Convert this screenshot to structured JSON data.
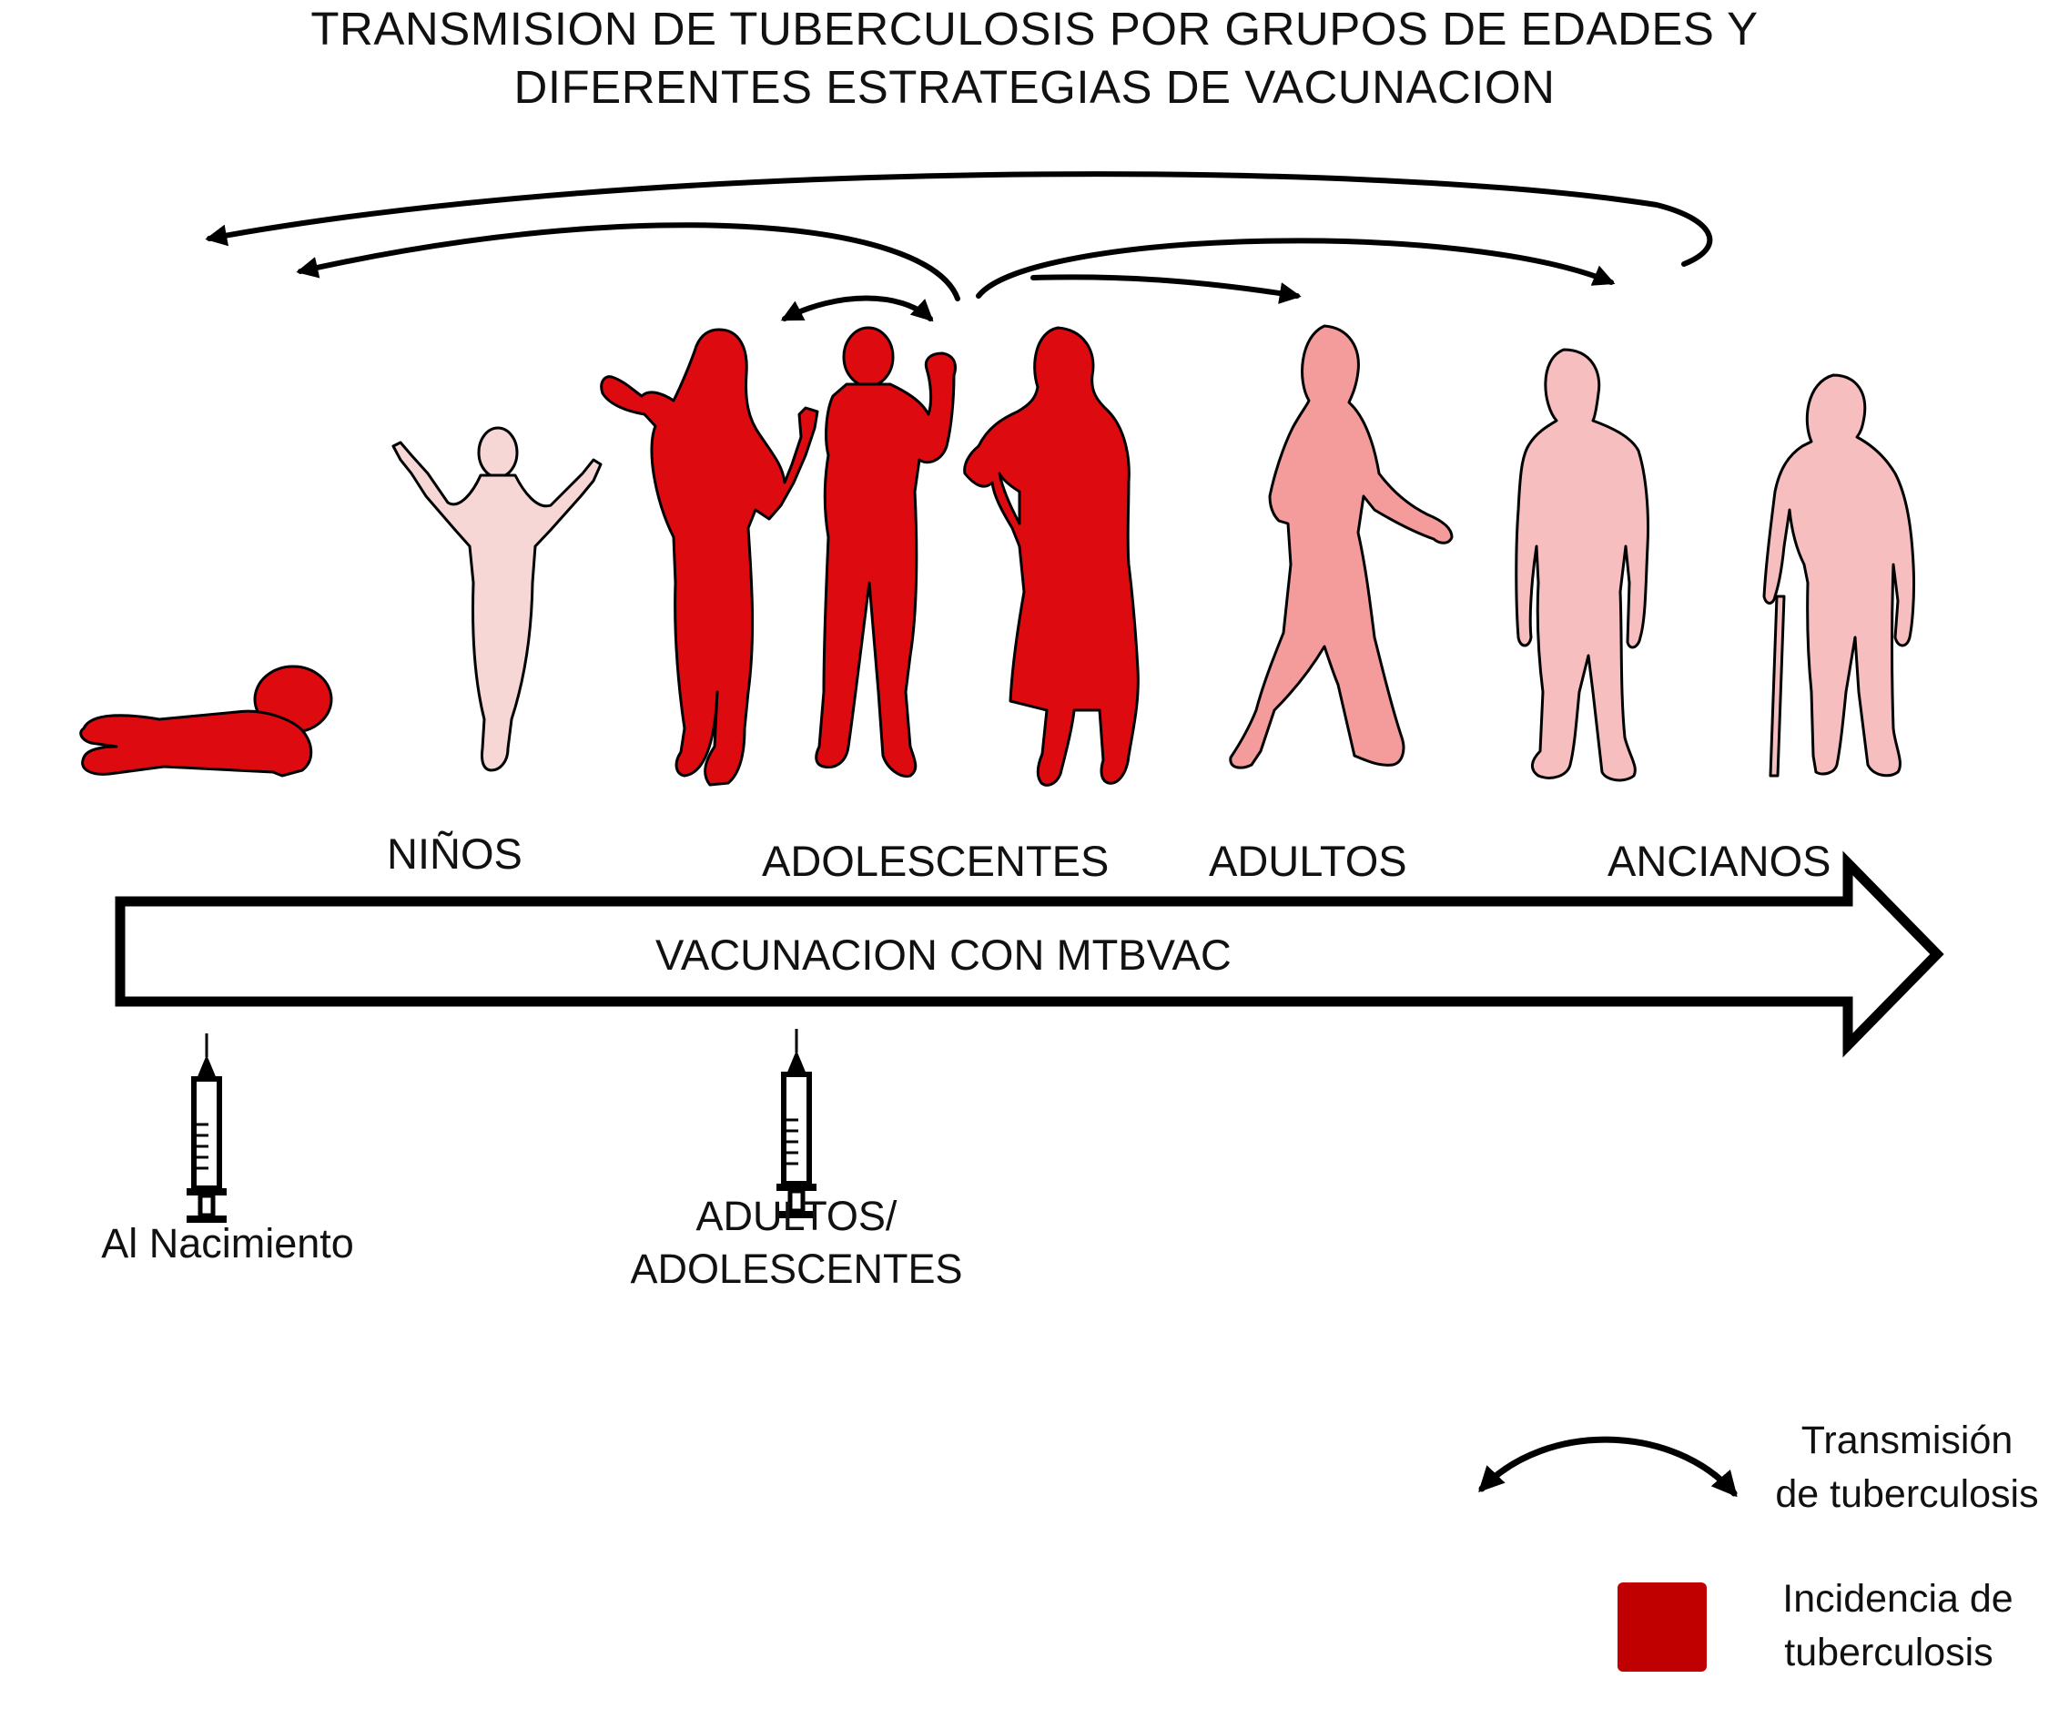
{
  "title": {
    "line1": "TRANSMISION DE  TUBERCULOSIS POR GRUPOS DE EDADES Y",
    "line2": "DIFERENTES ESTRATEGIAS DE VACUNACION"
  },
  "age_groups": [
    {
      "label": "NIÑOS"
    },
    {
      "label": "ADOLESCENTES"
    },
    {
      "label": "ADULTOS"
    },
    {
      "label": "ANCIANOS"
    }
  ],
  "figures": [
    {
      "id": "baby",
      "incidence": "high",
      "color": "#dd0a0f"
    },
    {
      "id": "child",
      "incidence": "very-low",
      "color": "#f7d6d6"
    },
    {
      "id": "teen-girl",
      "incidence": "high",
      "color": "#dd0a0f"
    },
    {
      "id": "teen-boy",
      "incidence": "high",
      "color": "#dd0a0f"
    },
    {
      "id": "woman",
      "incidence": "high",
      "color": "#dd0a0f"
    },
    {
      "id": "walking-adult",
      "incidence": "medium",
      "color": "#f49c9c"
    },
    {
      "id": "older-adult",
      "incidence": "low",
      "color": "#f6bebe"
    },
    {
      "id": "elderly-cane",
      "incidence": "low",
      "color": "#f6bebe"
    }
  ],
  "vaccination_arrow": {
    "label": "VACUNACION CON MTBVAC"
  },
  "vaccination_points": [
    {
      "icon": "syringe-icon",
      "line1": "Al Nacimiento",
      "line2": ""
    },
    {
      "icon": "syringe-icon",
      "line1": "ADULTOS/",
      "line2": "ADOLESCENTES"
    }
  ],
  "legend": {
    "transmission": {
      "icon": "curved-double-arrow-icon",
      "line1": "Transmisión",
      "line2": "de tuberculosis"
    },
    "incidence": {
      "swatch_color": "#c00000",
      "line1": "Incidencia de",
      "line2": "tuberculosis"
    }
  },
  "colors": {
    "high_incidence": "#dd0a0f",
    "outline": "#000000",
    "arrow_fill": "#ffffff"
  }
}
